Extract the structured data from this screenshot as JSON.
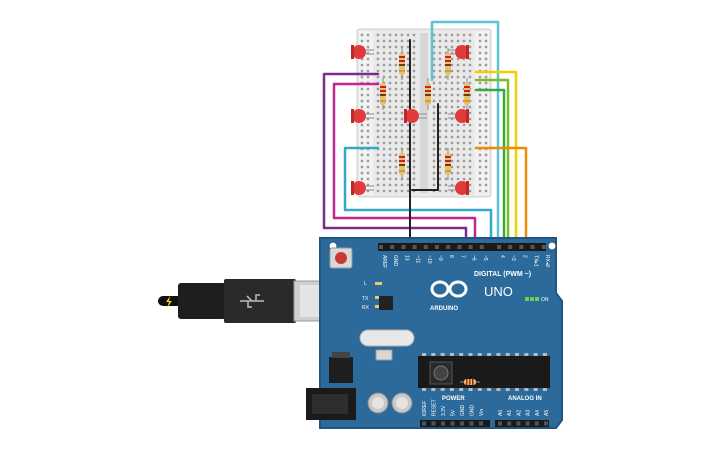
{
  "board": {
    "brand": "ARDUINO",
    "model": "UNO",
    "on_label": "ON",
    "l_label": "L",
    "tx_label": "TX",
    "rx_label": "RX",
    "digital_label": "DIGITAL (PWM ~)",
    "analog_label": "ANALOG IN",
    "power_label": "POWER",
    "digital_pins": [
      "AREF",
      "GND",
      "13",
      "~11",
      "~10",
      "~9",
      "8",
      "7",
      "~6",
      "~5",
      "4",
      "~3",
      "2",
      "TX▸1",
      "RX◂0"
    ],
    "power_pins": [
      "IOREF",
      "RESET",
      "3.3V",
      "5V",
      "GND",
      "GND",
      "Vin"
    ],
    "analog_pins": [
      "A0",
      "A1",
      "A2",
      "A3",
      "A4",
      "A5"
    ]
  },
  "colors": {
    "board_blue": "#2b6a9a",
    "board_edge": "#1f5580",
    "breadboard": "#e9e9e9",
    "led_red": "#e03a3a",
    "wire_purple": "#7b2d8e",
    "wire_magenta": "#c2258f",
    "wire_cyan": "#33aac4",
    "wire_green": "#3aa83a",
    "wire_lime": "#7dbd22",
    "wire_yellow": "#f0d000",
    "wire_orange": "#f08a00",
    "wire_black": "#222222",
    "wire_red": "#d42020",
    "wire_brown": "#8a5a2b"
  }
}
